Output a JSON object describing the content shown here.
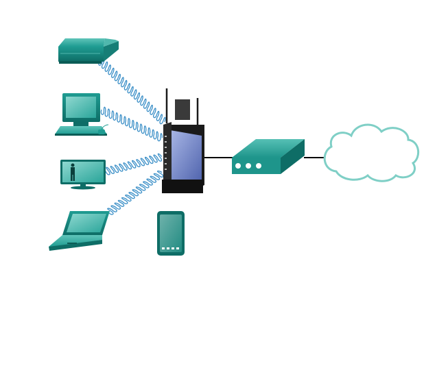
{
  "diagram": {
    "nodes": [
      {
        "id": "printer",
        "icon": "printer-icon"
      },
      {
        "id": "desktop-pc",
        "icon": "desktop-computer-icon"
      },
      {
        "id": "smart-tv",
        "icon": "smart-tv-icon"
      },
      {
        "id": "laptop",
        "icon": "laptop-icon"
      },
      {
        "id": "tablet",
        "icon": "tablet-icon"
      },
      {
        "id": "wireless-router",
        "icon": "wireless-router-icon"
      },
      {
        "id": "modem",
        "icon": "cable-modem-icon"
      },
      {
        "id": "internet-cloud",
        "icon": "cloud-icon"
      }
    ],
    "wireless_links": [
      {
        "from": "printer",
        "to": "wireless-router"
      },
      {
        "from": "desktop-pc",
        "to": "wireless-router"
      },
      {
        "from": "smart-tv",
        "to": "wireless-router"
      },
      {
        "from": "laptop",
        "to": "wireless-router"
      }
    ],
    "wired_links": [
      {
        "from": "wireless-router",
        "to": "modem"
      },
      {
        "from": "modem",
        "to": "internet-cloud"
      }
    ],
    "colors": {
      "device_teal": "#1f9c92",
      "device_dark": "#0e6d66",
      "device_light": "#5fc4b9",
      "wireless_blue": "#3b8fc7",
      "router_panel": "#6f84c6",
      "router_body": "#1a1a1a",
      "cloud_outline": "#7fcfc6",
      "wire": "#000000"
    }
  }
}
